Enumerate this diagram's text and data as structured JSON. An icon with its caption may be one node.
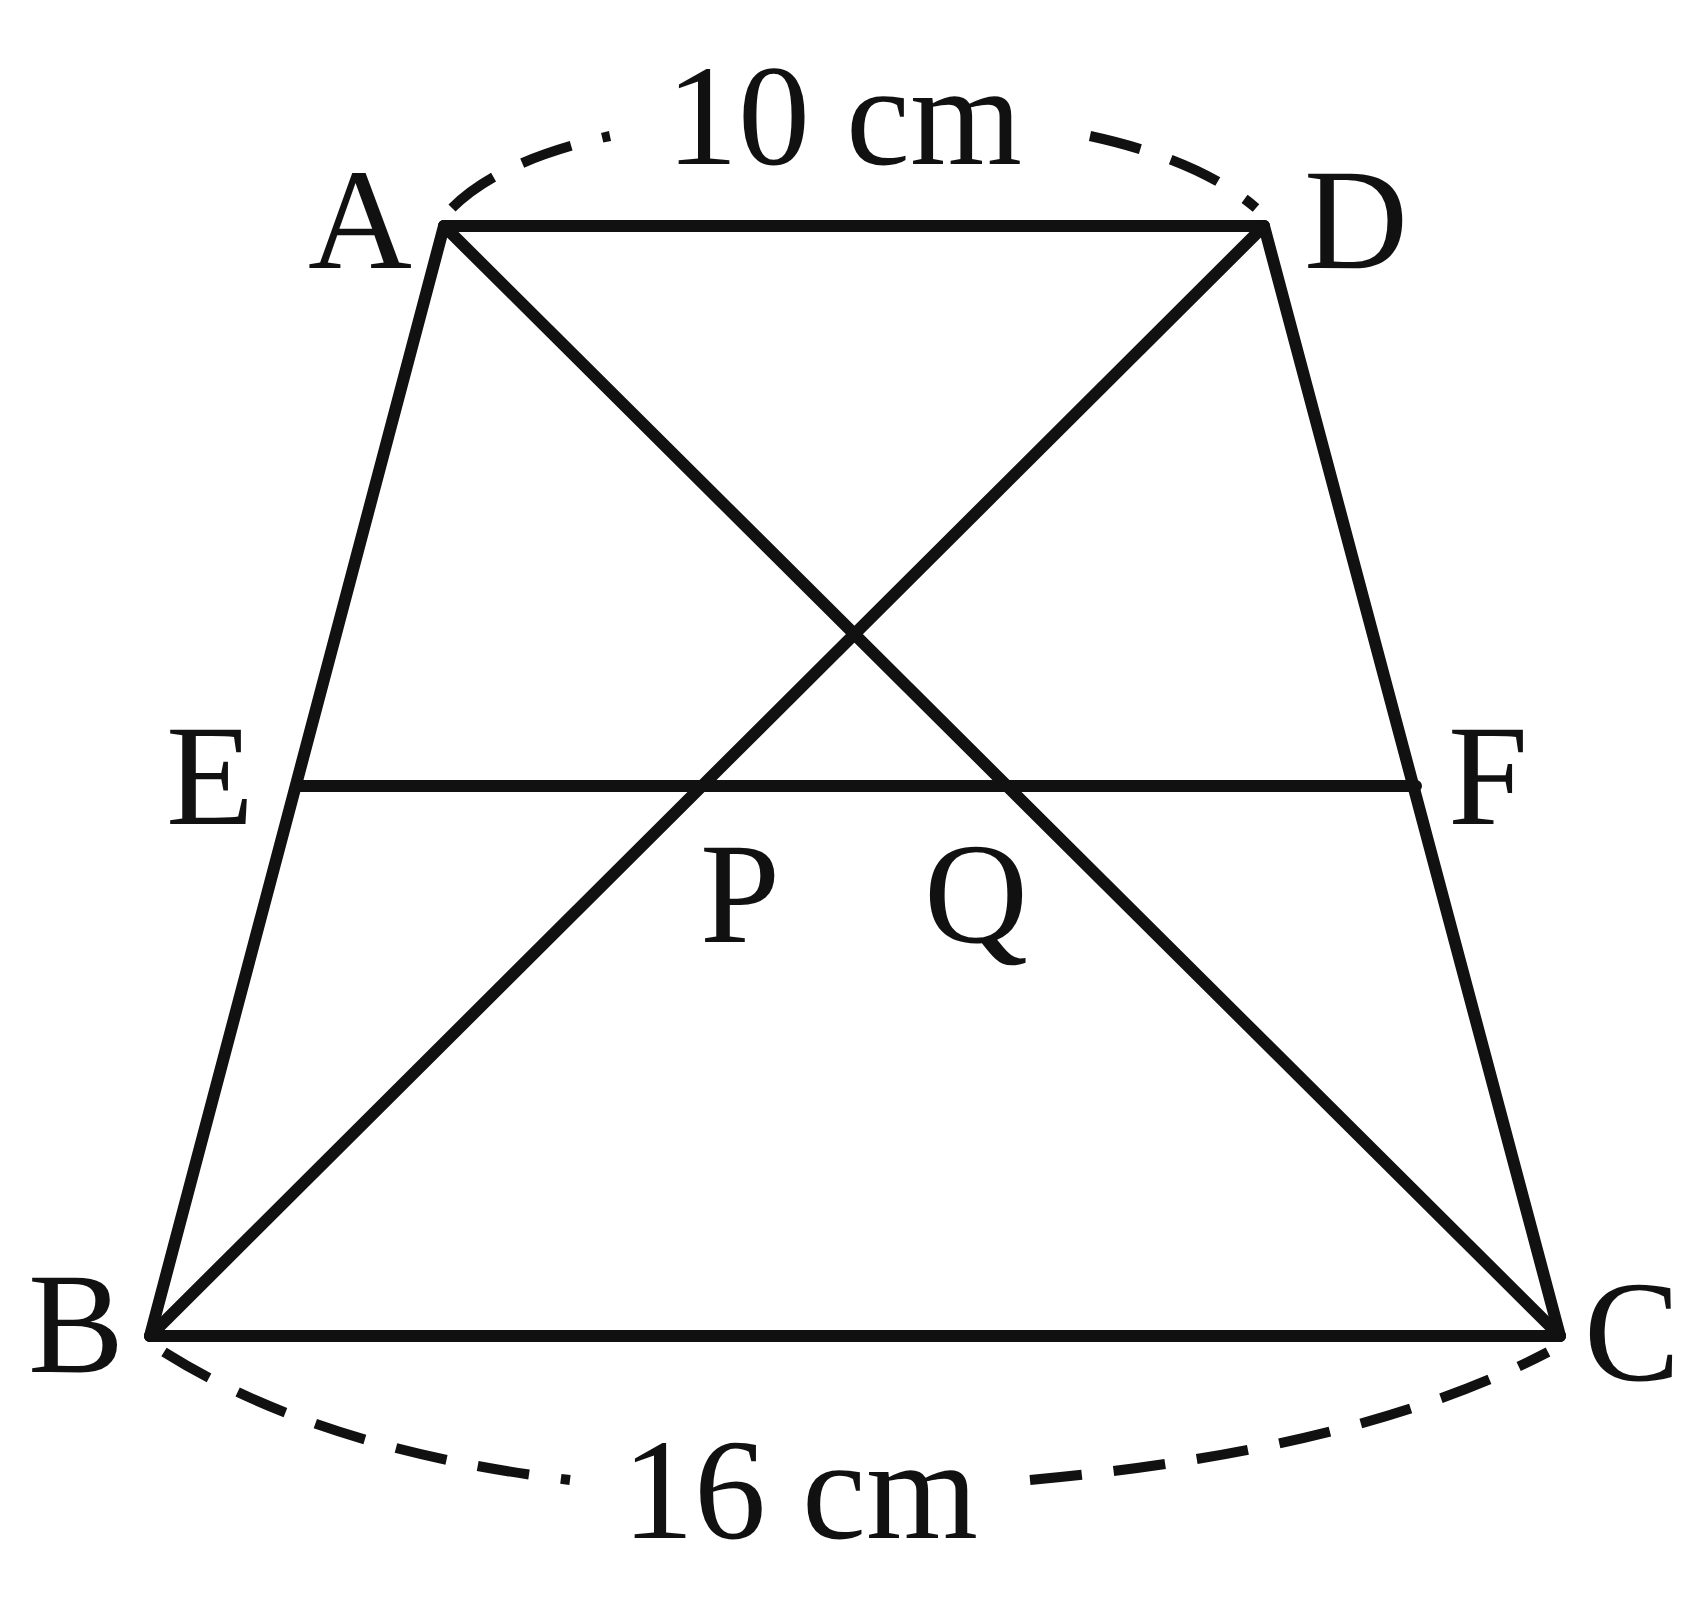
{
  "diagram": {
    "labels": [
      "10 cm",
      "A",
      "D",
      "E",
      "F",
      "P",
      "Q",
      "B",
      "C",
      "16 cm"
    ]
  }
}
